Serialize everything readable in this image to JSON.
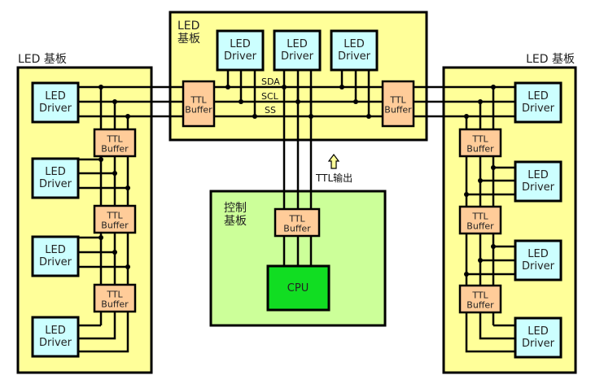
{
  "title": "LED board TTL buffer bus topology",
  "labels": {
    "led_board": "LED 基板",
    "led_board_top_line1": "LED",
    "led_board_top_line2": "基板",
    "control_board_line1": "控制",
    "control_board_line2": "基板",
    "ttl_output": "TTL输出",
    "driver_line1": "LED",
    "driver_line2": "Driver",
    "buffer_line1": "TTL",
    "buffer_line2": "Buffer",
    "cpu": "CPU"
  },
  "signals": [
    "SDA",
    "SCL",
    "SS"
  ],
  "colors": {
    "led_board": "#ffff99",
    "control_board": "#ccff99",
    "driver": "#ccffff",
    "buffer": "#ffcc99",
    "cpu": "#11dd22",
    "arrow": "#ffff99"
  },
  "boards": [
    {
      "name": "left-led-board",
      "drivers": 4,
      "buffers": 3
    },
    {
      "name": "top-led-board",
      "drivers": 3,
      "buffers": 2
    },
    {
      "name": "right-led-board",
      "drivers": 4,
      "buffers": 3
    },
    {
      "name": "control-board",
      "buffers": 1,
      "cpu": 1
    }
  ]
}
